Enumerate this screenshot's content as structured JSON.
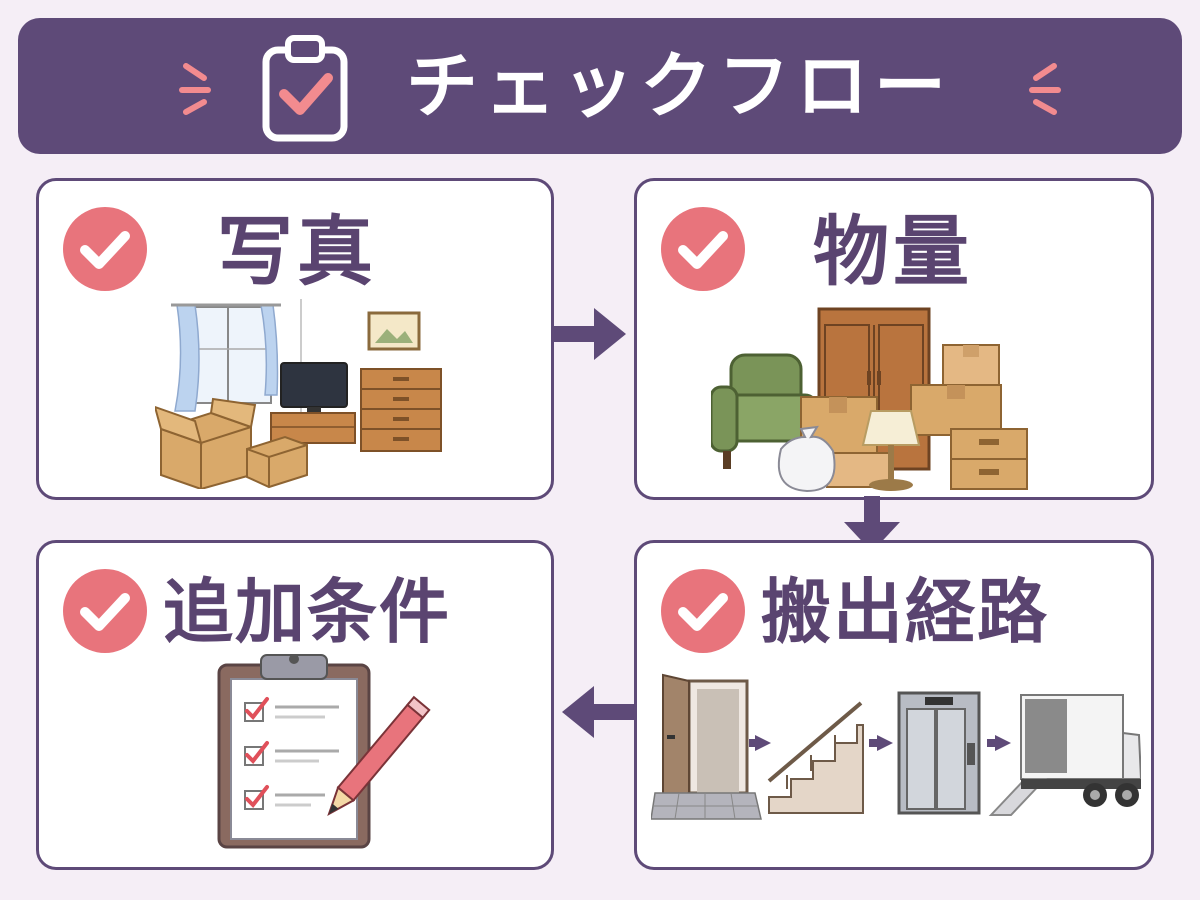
{
  "header": {
    "title": "チェックフロー",
    "icon": "clipboard-check-icon"
  },
  "colors": {
    "header_bg": "#5e4a78",
    "card_border": "#5e4a78",
    "title_text": "#5a4470",
    "check_circle": "#e8747c",
    "sparkle": "#f28b8f",
    "page_bg": "#f5eef6"
  },
  "steps": [
    {
      "id": "photo",
      "label": "写真",
      "icon": "living-room-illustration"
    },
    {
      "id": "volume",
      "label": "物量",
      "icon": "furniture-pile-illustration"
    },
    {
      "id": "route",
      "label": "搬出経路",
      "icon": "carry-out-route-illustration"
    },
    {
      "id": "extra",
      "label": "追加条件",
      "icon": "checklist-clipboard-illustration"
    }
  ]
}
